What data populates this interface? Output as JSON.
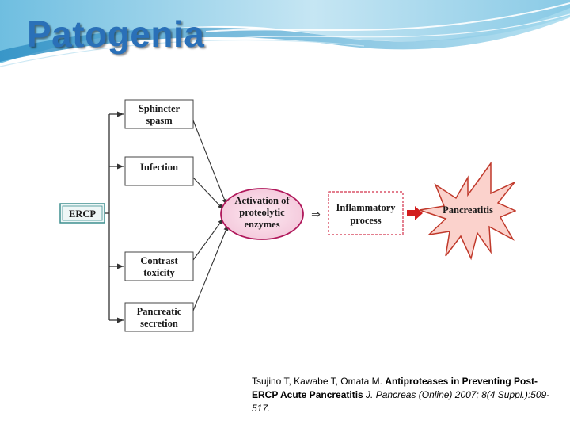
{
  "slide": {
    "title": "Patogenia"
  },
  "diagram": {
    "source": {
      "label": "ERCP"
    },
    "causes": [
      {
        "line1": "Sphincter",
        "line2": "spasm"
      },
      {
        "line1": "Infection",
        "line2": ""
      },
      {
        "line1": "Contrast",
        "line2": "toxicity"
      },
      {
        "line1": "Pancreatic",
        "line2": "secretion"
      }
    ],
    "mechanism": {
      "line1": "Activation of",
      "line2": "proteolytic",
      "line3": "enzymes"
    },
    "process": {
      "line1": "Inflammatory",
      "line2": "process"
    },
    "outcome": {
      "label": "Pancreatitis"
    },
    "connector_symbol": "⇒",
    "colors": {
      "mechanism_fill": "#f7d7e6",
      "mechanism_stroke": "#b0185b",
      "process_stroke": "#d2304a",
      "burst_fill": "#fbd2cc",
      "burst_stroke": "#c0392b",
      "arrow_red": "#d21d1d",
      "source_stroke": "#3f8f8f",
      "title": "#2a70b8"
    }
  },
  "citation": {
    "authors": "Tsujino T, Kawabe T, Omata M. ",
    "title": "Antiproteases in Preventing Post-ERCP Acute Pancreatitis",
    "journal": " J. Pancreas (Online) 2007; 8(4 Suppl.):509-517."
  }
}
